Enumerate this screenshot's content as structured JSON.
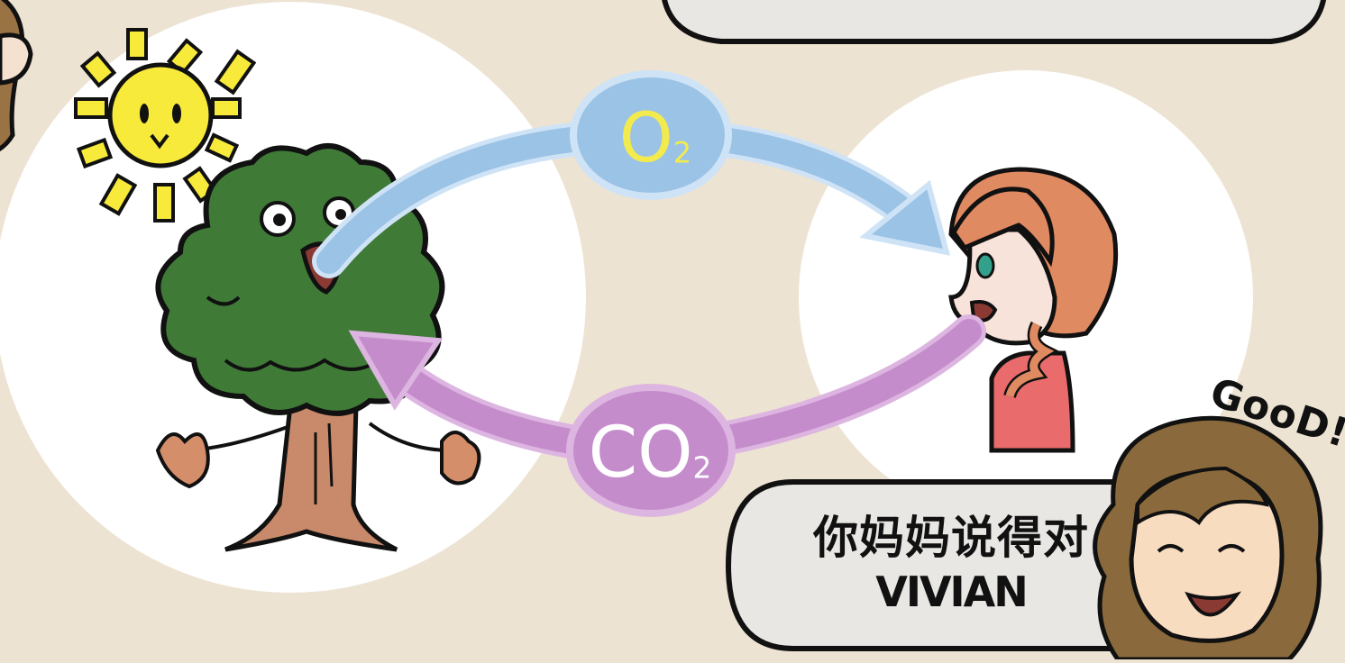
{
  "scene": {
    "colors": {
      "background": "#ede3d2",
      "o2_arrow": "#9bc3e6",
      "co2_arrow": "#c58ccc",
      "o2_text": "#f3ea4e",
      "co2_text": "#ffffff",
      "tree_foliage": "#3f7a37",
      "sun": "#f7ea3b"
    },
    "icons": [
      "sun-icon",
      "tree-icon",
      "girl-icon",
      "grandmother-icon"
    ]
  },
  "labels": {
    "o2": "O",
    "o2_sub": "2",
    "co2": "CO",
    "co2_sub": "2",
    "good": "GooD!"
  },
  "speech_bubble": {
    "line1": "你妈妈说得对",
    "line2": "VIVIAN"
  }
}
